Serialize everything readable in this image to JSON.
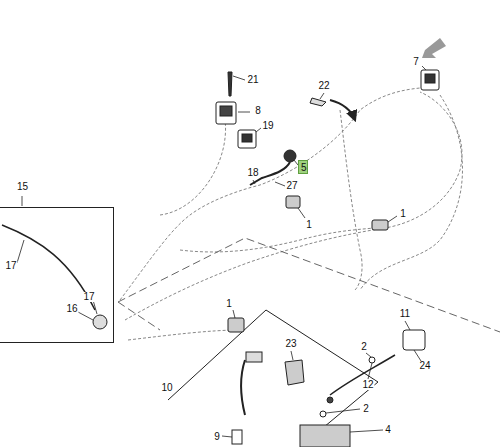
{
  "diagram": {
    "nodes": [
      {
        "text": [
          "15"
        ]
      },
      {
        "text": [
          "5"
        ]
      }
    ],
    "edges": [],
    "labels": [
      "21",
      "8",
      "22",
      "7",
      "19",
      "18",
      "27",
      "1",
      "1",
      "17",
      "17",
      "16",
      "1",
      "23",
      "10",
      "11",
      "2",
      "24",
      "12",
      "2",
      "9",
      "4"
    ]
  }
}
